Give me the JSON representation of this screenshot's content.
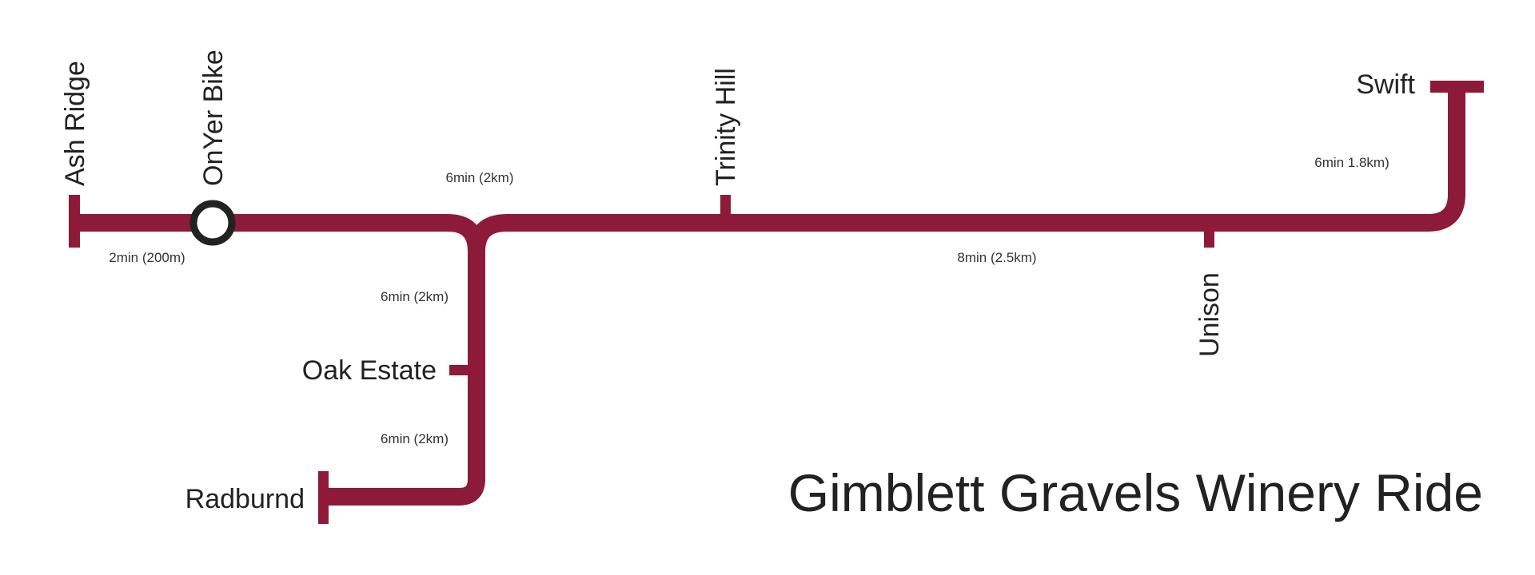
{
  "title": "Gimblett Gravels Winery Ride",
  "line_color": "#8c1a38",
  "stations": {
    "ash_ridge": "Ash Ridge",
    "onyer_bike": "OnYer Bike",
    "trinity_hill": "Trinity Hill",
    "unison": "Unison",
    "swift": "Swift",
    "oak_estate": "Oak Estate",
    "radburnd": "Radburnd"
  },
  "segments": {
    "ash_to_onyer": "2min (200m)",
    "onyer_to_junction": "6min (2km)",
    "junction_to_oak": "6min (2km)",
    "oak_to_radburnd": "6min (2km)",
    "trinity_to_unison": "8min (2.5km)",
    "unison_to_swift": "6min 1.8km)"
  }
}
